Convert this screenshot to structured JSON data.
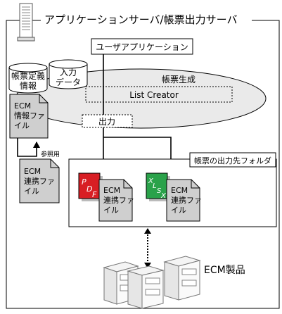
{
  "server_title": "アプリケーションサーバ/帳票出力サーバ",
  "user_app": "ユーザアプリケーション",
  "report_def": [
    "帳票定義",
    "情報"
  ],
  "input_data": [
    "入力",
    "データ"
  ],
  "report_gen": "帳票生成",
  "list_creator": "List Creator",
  "output": "出力",
  "ecm_info_file": [
    "ECM",
    "情報ファ",
    "イル"
  ],
  "reference": "参照用",
  "ecm_link_file_left": [
    "ECM",
    "連携ファ",
    "イル"
  ],
  "output_folder": "帳票の出力先フォルダ",
  "pdf_letters": [
    "P",
    "D",
    "F"
  ],
  "xlsx_letters": [
    "X",
    "L",
    "S",
    "X"
  ],
  "pdf_link_file": [
    "ECM",
    "連携ファ",
    "イル"
  ],
  "xlsx_link_file": [
    "ECM",
    "連携ファ",
    "イル"
  ],
  "ecm_product": "ECM製品",
  "colors": {
    "pdf": "#d81e24",
    "xlsx": "#2aa24a",
    "ellipse": "#eaeaea",
    "doc": "#cfcfcf"
  }
}
